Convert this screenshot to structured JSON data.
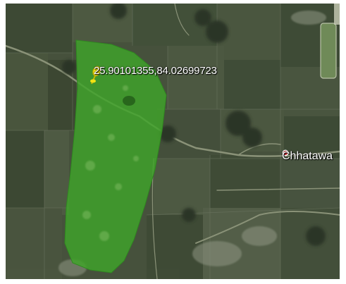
{
  "map": {
    "imagery": "satellite",
    "highlight_color": "#3fa52a",
    "pin": {
      "icon": "yellow-pushpin-icon",
      "color": "#f2e313",
      "label": "25.90101355,84.02699723"
    },
    "place": {
      "icon": "red-place-dot-icon",
      "color": "#d2232a",
      "label": "Chhatawa"
    }
  }
}
